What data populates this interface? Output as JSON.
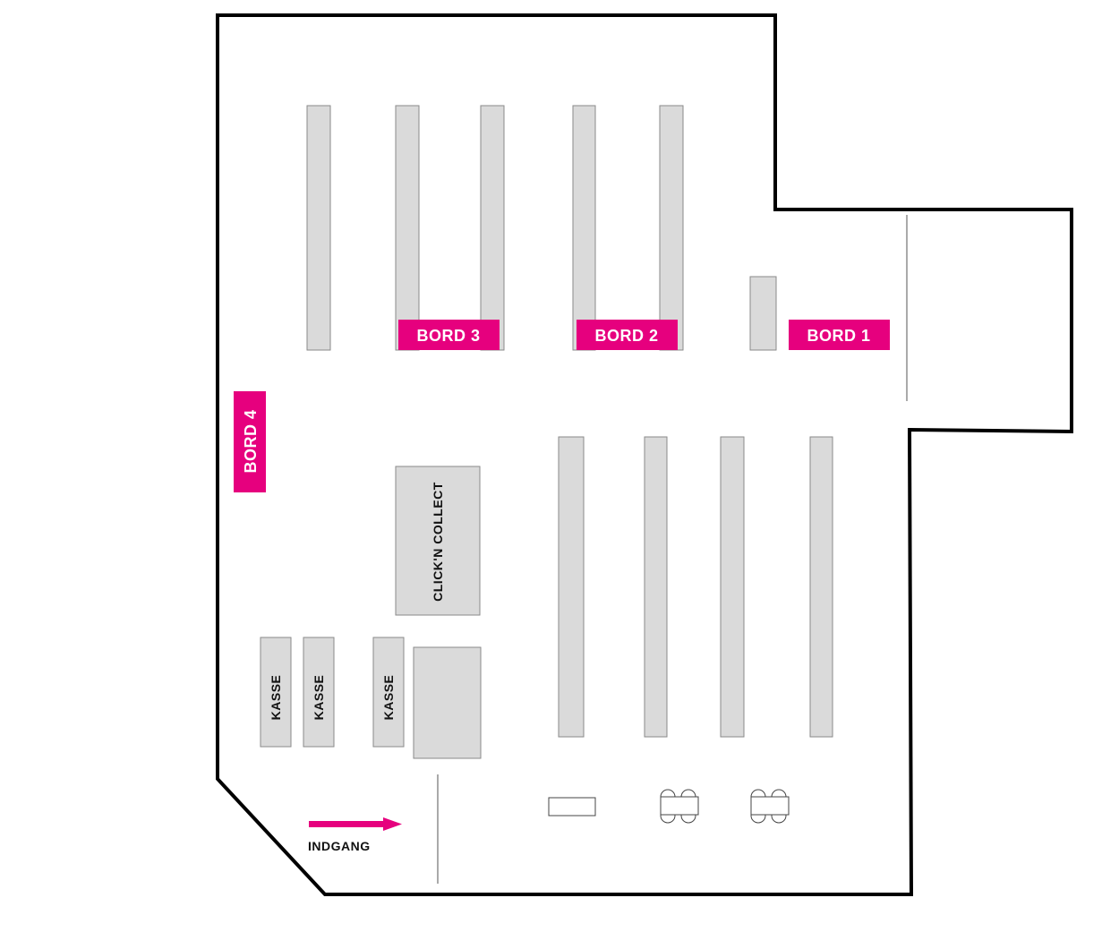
{
  "colors": {
    "wall": "#000000",
    "shelf": "#dadada",
    "shelf_stroke": "#8a8a8a",
    "accent": "#e6007e",
    "background": "#ffffff"
  },
  "tables": {
    "bord1": "BORD 1",
    "bord2": "BORD 2",
    "bord3": "BORD 3",
    "bord4": "BORD 4"
  },
  "click_collect": "CLICK'N COLLECT",
  "checkouts": [
    "KASSE",
    "KASSE",
    "KASSE"
  ],
  "entrance": {
    "label": "INDGANG",
    "icon": "arrow-right-icon"
  }
}
